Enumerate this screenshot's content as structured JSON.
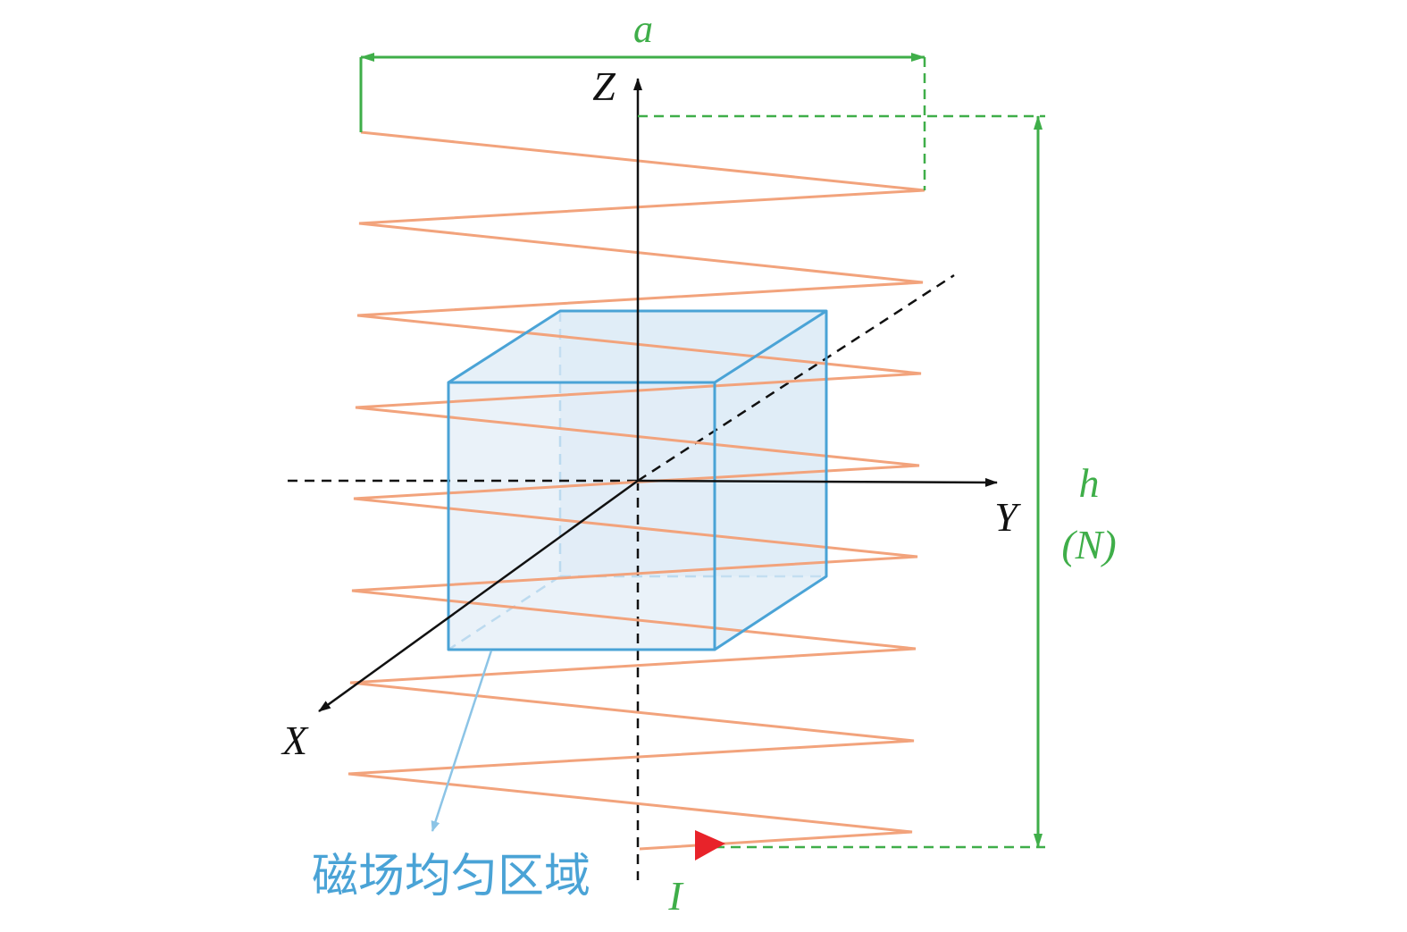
{
  "labels": {
    "dim_width": "a",
    "axis_z": "Z",
    "axis_y": "Y",
    "axis_x": "X",
    "dim_height": "h",
    "turns": "(N)",
    "current": "I",
    "region_caption": "磁场均匀区域"
  },
  "colors": {
    "coil": "#f2a37c",
    "dimension": "#3fae49",
    "axis": "#111111",
    "cube_edge": "#4aa3d6",
    "cube_fill": "#dce9f5",
    "current_arrow": "#e8232a",
    "caption": "#4aa3d6"
  },
  "icons": {
    "current_direction": "red-triangle-arrow-icon"
  }
}
